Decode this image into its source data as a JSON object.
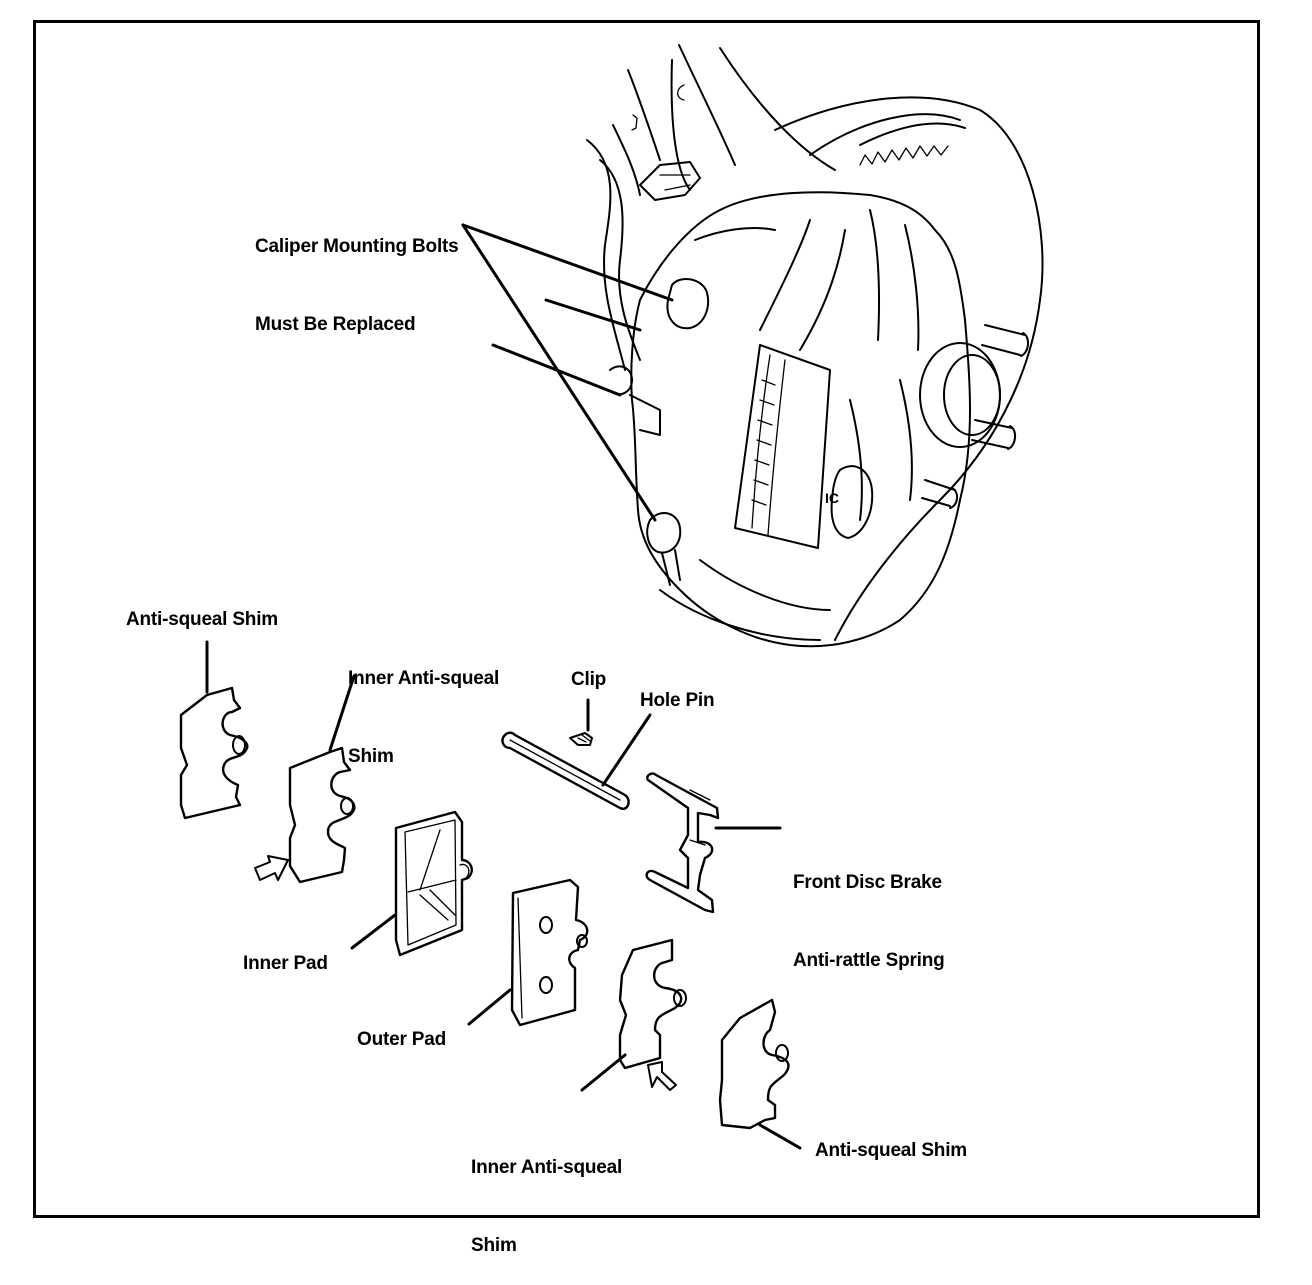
{
  "diagram": {
    "title": "Front Disc Brake Pad Replacement — Exploded View",
    "callouts": {
      "caliper_bolts": [
        "Caliper Mounting Bolts",
        "Must Be Replaced"
      ],
      "anti_squeal_shim_top": "Anti-squeal Shim",
      "inner_anti_squeal_shim_top": [
        "Inner Anti-squeal",
        "Shim"
      ],
      "clip": "Clip",
      "hole_pin": "Hole Pin",
      "anti_rattle_spring": [
        "Front Disc Brake",
        "Anti-rattle Spring"
      ],
      "inner_pad": "Inner Pad",
      "outer_pad": "Outer Pad",
      "inner_anti_squeal_shim_bottom": [
        "Inner Anti-squeal",
        "Shim"
      ],
      "anti_squeal_shim_bottom": "Anti-squeal Shim"
    },
    "components": [
      {
        "id": "caliper-assembly",
        "name": "Brake caliper, rotor and hub assembly"
      },
      {
        "id": "caliper-mounting-bolt-upper",
        "name": "Caliper mounting bolt (upper)"
      },
      {
        "id": "caliper-mounting-bolt-lower",
        "name": "Caliper mounting bolt (lower)"
      },
      {
        "id": "anti-squeal-shim-inner-side",
        "name": "Anti-squeal shim"
      },
      {
        "id": "inner-anti-squeal-shim-inner-side",
        "name": "Inner anti-squeal shim"
      },
      {
        "id": "inner-pad",
        "name": "Inner pad"
      },
      {
        "id": "clip",
        "name": "Clip"
      },
      {
        "id": "hole-pin",
        "name": "Hole pin"
      },
      {
        "id": "anti-rattle-spring",
        "name": "Front disc brake anti-rattle spring"
      },
      {
        "id": "outer-pad",
        "name": "Outer pad"
      },
      {
        "id": "inner-anti-squeal-shim-outer-side",
        "name": "Inner anti-squeal shim"
      },
      {
        "id": "anti-squeal-shim-outer-side",
        "name": "Anti-squeal shim"
      }
    ]
  }
}
